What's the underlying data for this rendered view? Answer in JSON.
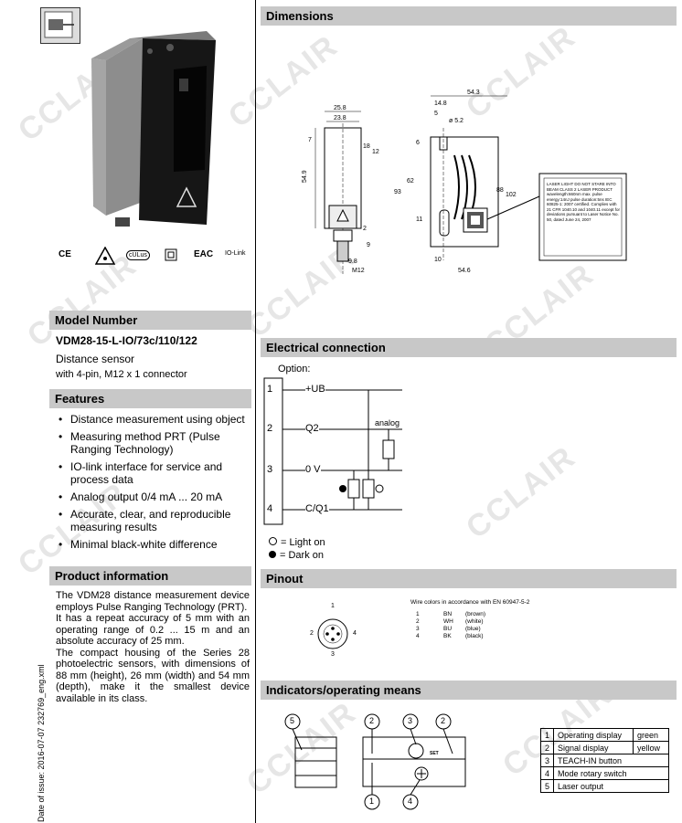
{
  "header": {
    "dimensions": "Dimensions",
    "electrical": "Electrical connection",
    "pinout": "Pinout",
    "indicators": "Indicators/operating means"
  },
  "watermark": "CCLAIR",
  "certs": [
    "CE",
    "cULus",
    "EAC",
    "IO-Link"
  ],
  "model": {
    "heading": "Model Number",
    "number": "VDM28-15-L-IO/73c/110/122",
    "desc1": "Distance sensor",
    "desc2": "with 4-pin, M12 x 1 connector"
  },
  "features": {
    "heading": "Features",
    "items": [
      "Distance measurement using object",
      "Measuring method PRT (Pulse Ranging Technology)",
      "IO-link interface for service and process data",
      "Analog output 0/4 mA ... 20 mA",
      "Accurate, clear, and reproducible measuring results",
      "Minimal black-white difference"
    ]
  },
  "product": {
    "heading": "Product information",
    "p1": "The VDM28 distance measurement device employs Pulse Ranging Technology (PRT).",
    "p2": "It has a repeat accuracy of 5 mm with an operating range of 0.2 ... 15 m and an absolute accuracy of 25 mm.",
    "p3": "The compact housing of the Series 28 photoelectric sensors, with dimensions of 88 mm (height), 26 mm (width) and 54 mm (depth), make it the smallest device available in its class."
  },
  "side_note": "Date of issue: 2016-07-07   232769_eng.xml",
  "dims": {
    "d25_8": "25.8",
    "d23_8": "23.8",
    "d7": "7",
    "d18": "18",
    "d12": "12",
    "d54_9": "54.9",
    "d2": "2",
    "d9": "9",
    "d9_8": "9.8",
    "m12": "M12",
    "d54_3": "54.3",
    "d14_8": "14.8",
    "d5": "5",
    "d5_2": "ø 5.2",
    "d6": "6",
    "d62": "62",
    "d93": "93",
    "d11": "11",
    "d88": "88",
    "d102": "102",
    "d10": "10",
    "d54_6": "54.6"
  },
  "laser_label": "LASER LIGHT DO NOT STARE INTO BEAM CLASS 2 LASER PRODUCT wavelength:660nm max. pulse energy:14nJ pulse duration:5ns IEC 60825-1: 2007 certified. Complies with 21 CFR 1040.10 and 1040.11 except for deviations pursuant to Laser Notice No. 50, dated June 24, 2007",
  "electrical": {
    "option": "Option:",
    "pins": [
      "1",
      "2",
      "3",
      "4"
    ],
    "labels": [
      "+UB",
      "Q2",
      "0 V",
      "C/Q1"
    ],
    "analog": "analog",
    "legend_light": "= Light on",
    "legend_dark": "= Dark on"
  },
  "pinout": {
    "note": "Wire colors in accordance with EN 60947-5-2",
    "nums": [
      "1",
      "2",
      "3",
      "4"
    ],
    "codes": [
      "BN",
      "WH",
      "BU",
      "BK"
    ],
    "colors": [
      "(brown)",
      "(white)",
      "(blue)",
      "(black)"
    ]
  },
  "indicators": {
    "callouts": [
      "5",
      "2",
      "3",
      "2",
      "1",
      "4"
    ],
    "set": "SET",
    "rows": [
      {
        "n": "1",
        "label": "Operating display",
        "color": "green"
      },
      {
        "n": "2",
        "label": "Signal display",
        "color": "yellow"
      },
      {
        "n": "3",
        "label": "TEACH-IN button",
        "color": ""
      },
      {
        "n": "4",
        "label": "Mode rotary switch",
        "color": ""
      },
      {
        "n": "5",
        "label": "Laser output",
        "color": ""
      }
    ]
  }
}
